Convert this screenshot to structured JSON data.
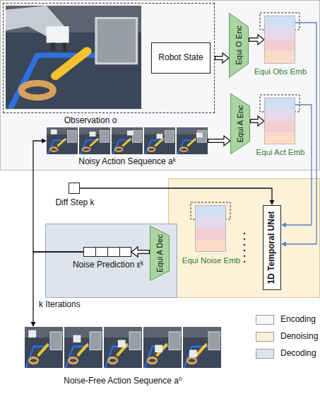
{
  "diagram": {
    "nodes": [
      {
        "text": [
          "Observation o"
        ]
      },
      {
        "text": [
          "Robot State"
        ],
        "in": 0
      },
      {
        "text": [
          "Equi O Enc"
        ]
      },
      {
        "text": [
          "Equi Obs Emb"
        ]
      },
      {
        "text": [
          "Noisy Action Sequence aᵏ"
        ]
      },
      {
        "text": [
          "Equi A Enc"
        ]
      },
      {
        "text": [
          "Equi Act Emb"
        ]
      },
      {
        "text": [
          "Diff Step k"
        ]
      },
      {
        "text": [
          "1D Temporal UNet"
        ]
      },
      {
        "text": [
          "Equi Noise Emb"
        ]
      },
      {
        "text": [
          "Equi A Dec"
        ]
      },
      {
        "text": [
          "Noise Prediction εᵏ"
        ]
      },
      {
        "text": [
          "Noise-Free Action Sequence a⁰"
        ]
      }
    ],
    "edges": [
      {
        "from": 0,
        "to": 2,
        "arrow": "to"
      },
      {
        "from": 2,
        "to": 3,
        "arrow": "to"
      },
      {
        "from": 4,
        "to": 5,
        "arrow": "to"
      },
      {
        "from": 5,
        "to": 6,
        "arrow": "to"
      },
      {
        "from": 3,
        "to": 8,
        "arrow": "to"
      },
      {
        "from": 6,
        "to": 8,
        "arrow": "to"
      },
      {
        "from": 7,
        "to": 8,
        "arrow": "to"
      },
      {
        "from": 10,
        "to": 11,
        "arrow": "to"
      },
      {
        "from": 11,
        "to": 4,
        "arrow": "to"
      },
      {
        "from": 11,
        "to": 12,
        "label": "k Iterations",
        "arrow": "to"
      }
    ],
    "legend": [
      {
        "text": "Encoding",
        "color": "#f7f6f8"
      },
      {
        "text": "Denoising",
        "color": "#fdf2d8"
      },
      {
        "text": "Decoding",
        "color": "#dfe4ec"
      }
    ]
  }
}
